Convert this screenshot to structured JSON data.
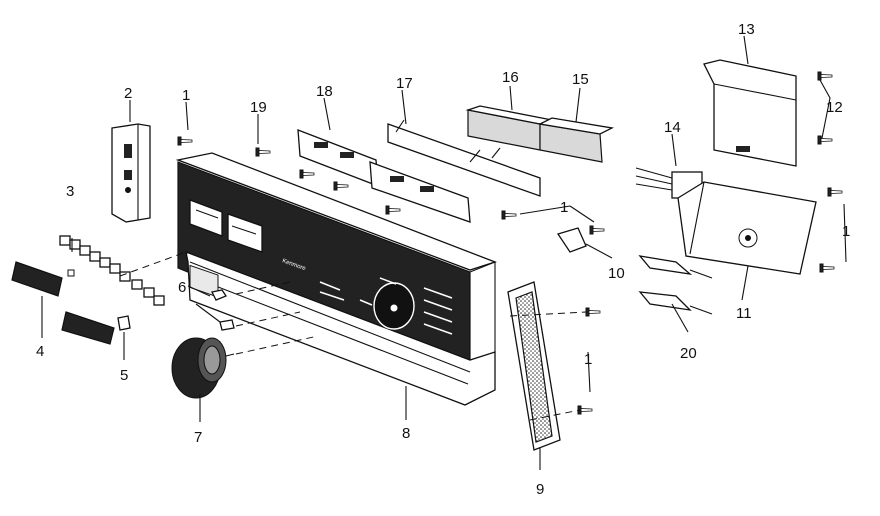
{
  "diagram": {
    "callouts": [
      "1",
      "2",
      "3",
      "4",
      "5",
      "6",
      "7",
      "8",
      "9",
      "10",
      "11",
      "12",
      "13",
      "14",
      "15",
      "16",
      "17",
      "18",
      "19",
      "20"
    ],
    "callout_repeat_1": "1",
    "panel_brand": "Kenmore"
  },
  "colors": {
    "ink": "#111111",
    "paper": "#ffffff"
  }
}
